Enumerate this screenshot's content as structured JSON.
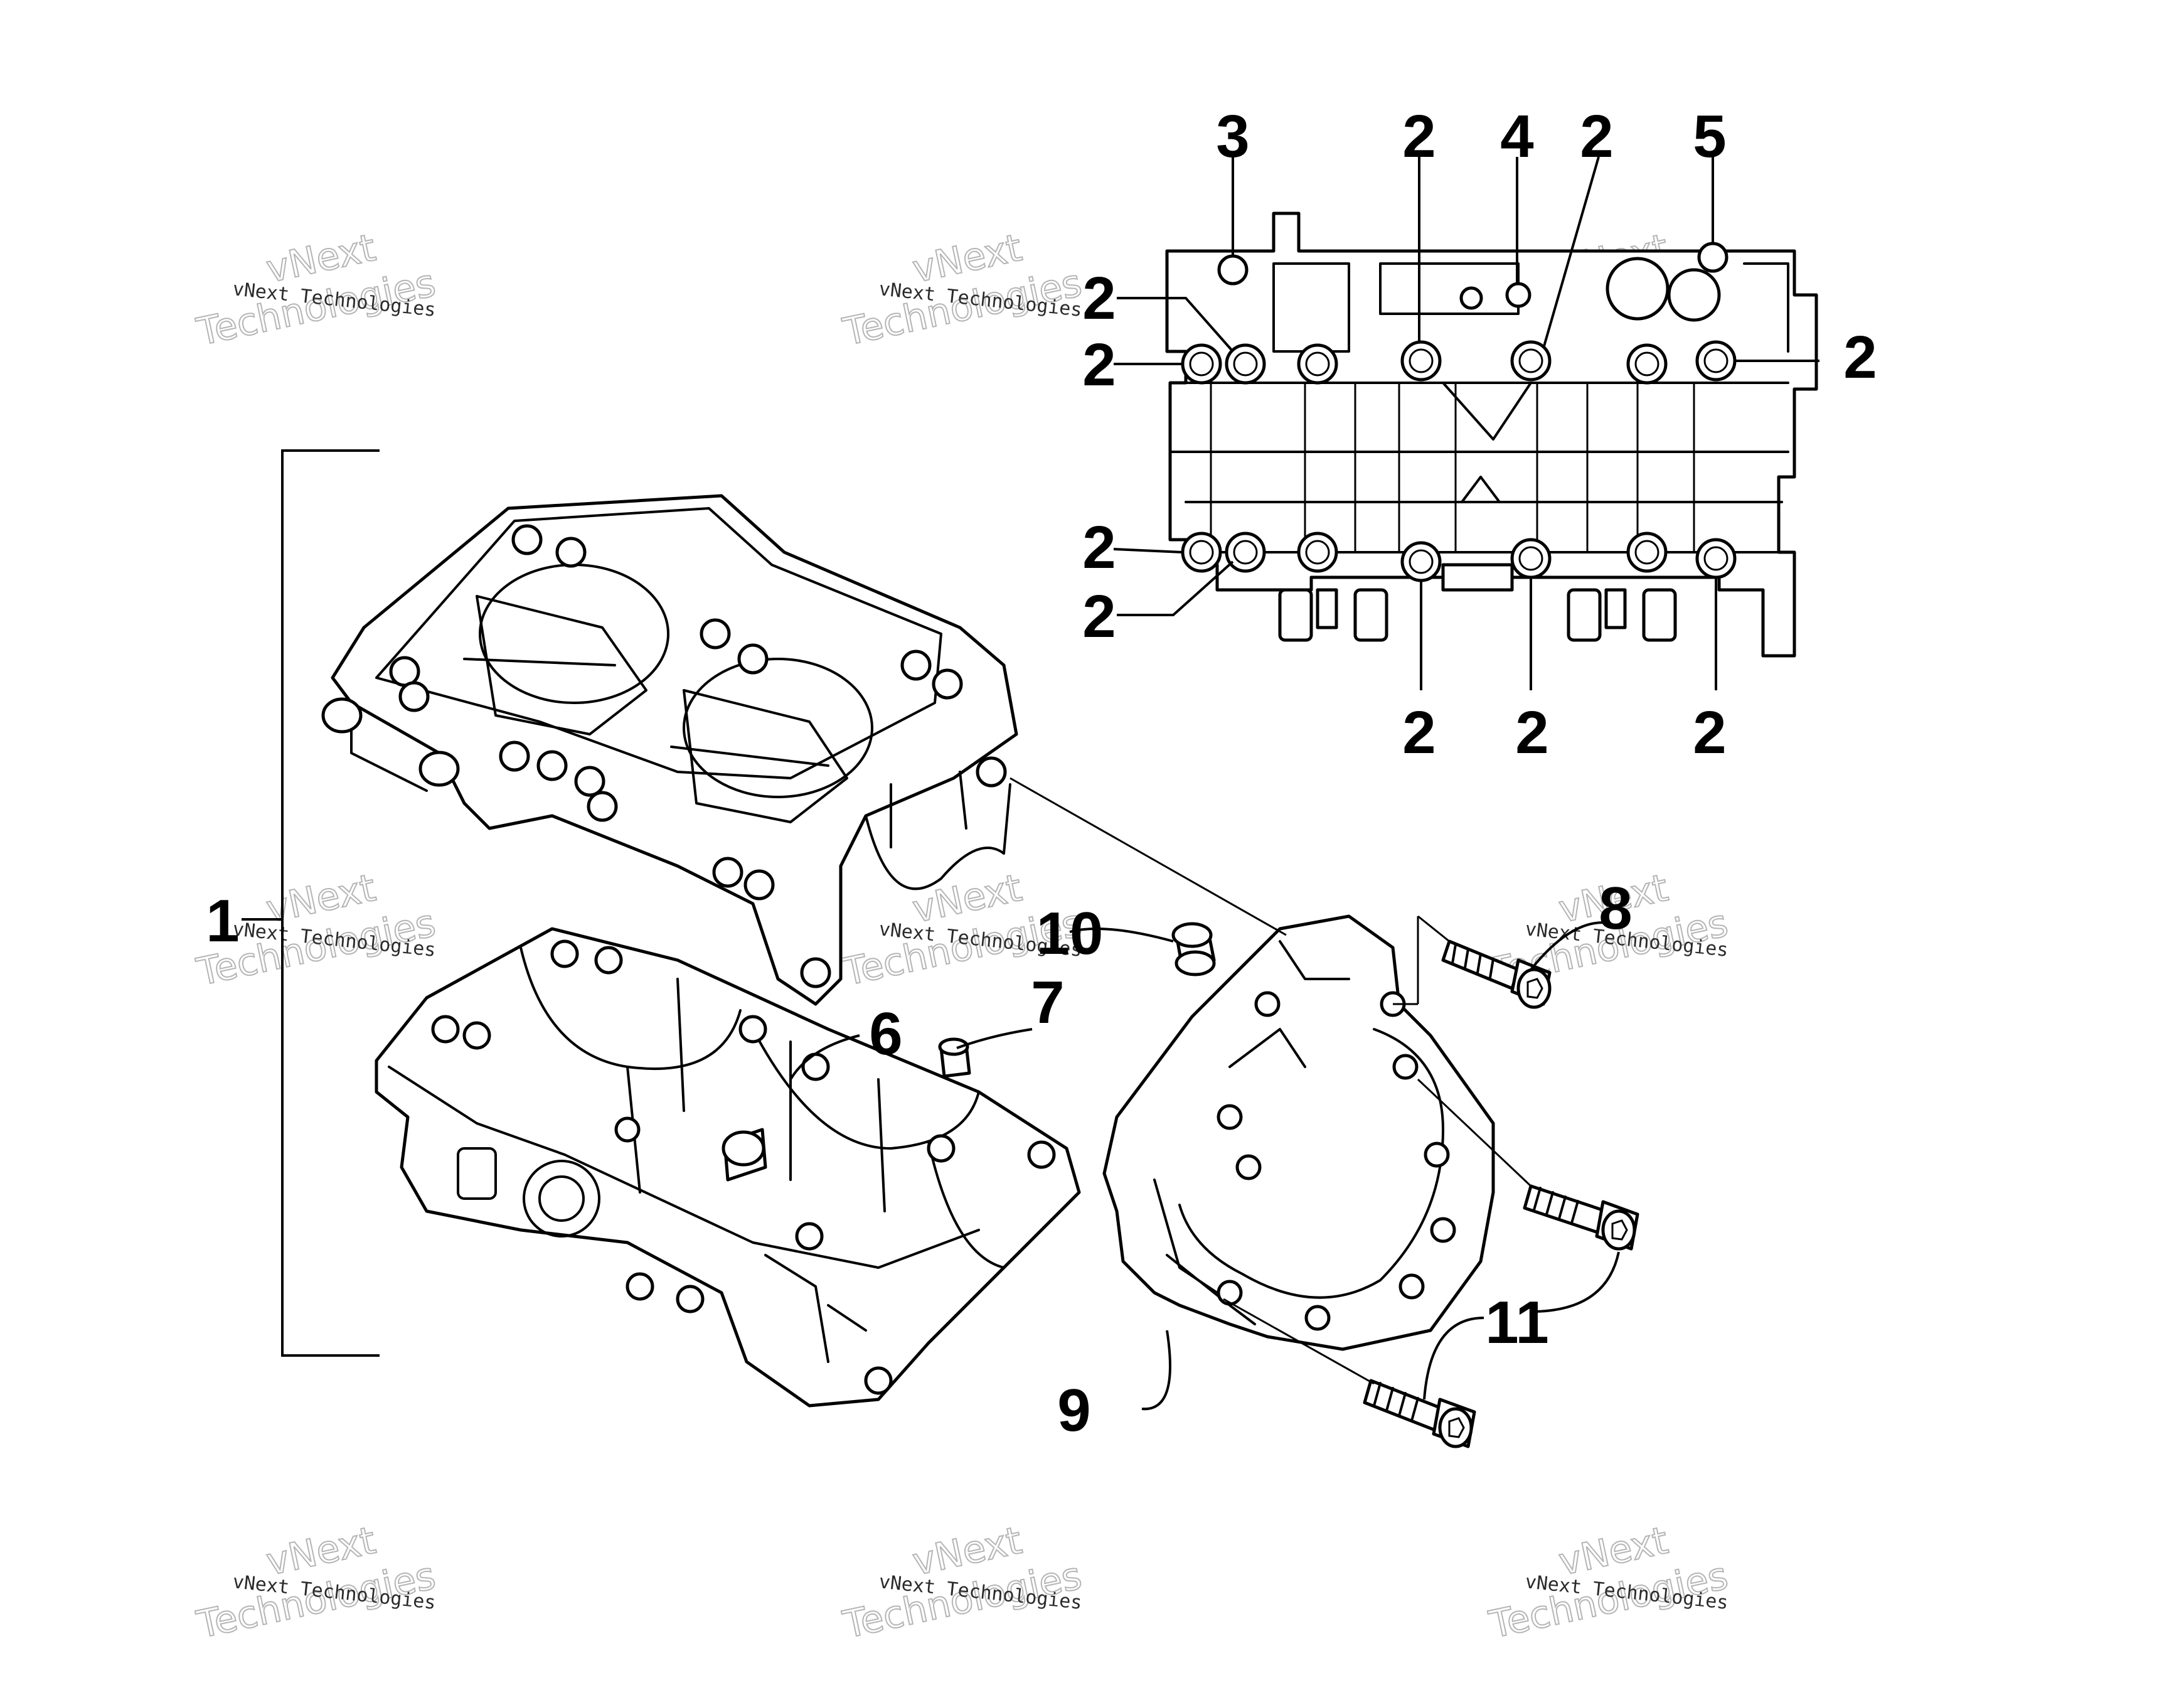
{
  "callouts": {
    "c1": "1",
    "c2": "2",
    "c3": "3",
    "c4": "4",
    "c5": "5",
    "c6": "6",
    "c7": "7",
    "c8": "8",
    "c9": "9",
    "c10": "10",
    "c11": "11"
  },
  "watermark": {
    "small": "vNext Technologies",
    "word1": "vNext",
    "word2": "Technologies"
  },
  "colors": {
    "line": "#000000",
    "background": "#ffffff",
    "watermark": "#b5b5b5"
  }
}
